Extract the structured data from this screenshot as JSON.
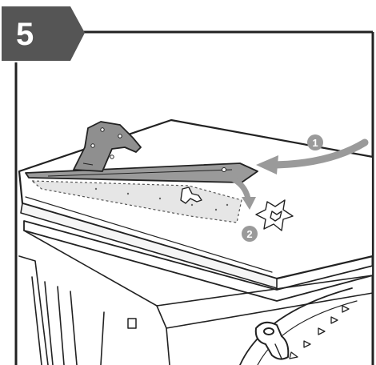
{
  "step": {
    "number": "5"
  },
  "callouts": [
    {
      "label": "1",
      "meaning": "slide-in-direction"
    },
    {
      "label": "2",
      "meaning": "press-down-direction"
    }
  ],
  "colors": {
    "badge_fill": "#555555",
    "callout_fill": "#9a9a9a",
    "line": "#222222",
    "guide_shade": "#e6e6e6",
    "background": "#ffffff"
  }
}
